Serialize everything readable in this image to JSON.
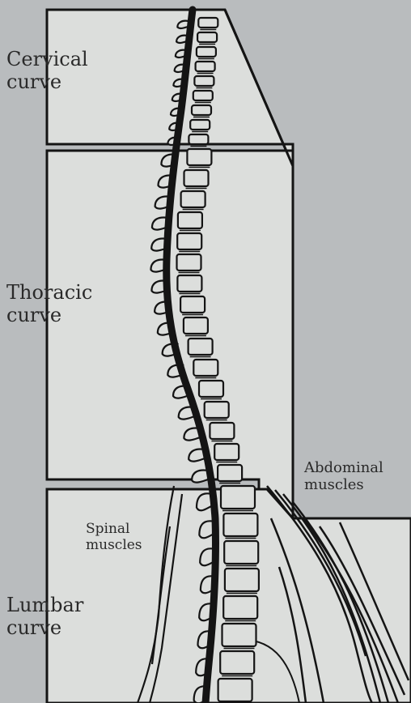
{
  "labels": {
    "cervical": [
      "Cervical",
      "curve"
    ],
    "thoracic": [
      "Thoracic",
      "curve"
    ],
    "lumbar": [
      "Lumbar",
      "curve"
    ],
    "abdominal": [
      "Abdominal",
      "muscles"
    ],
    "spinal": [
      "Spinal",
      "muscles"
    ]
  },
  "colors": {
    "background": "#b9bcbe",
    "panel": "#dcdedc",
    "ink": "#141414",
    "text": "#2a2a2a"
  },
  "regions": [
    "cervical-curve",
    "thoracic-curve",
    "lumbar-curve"
  ]
}
